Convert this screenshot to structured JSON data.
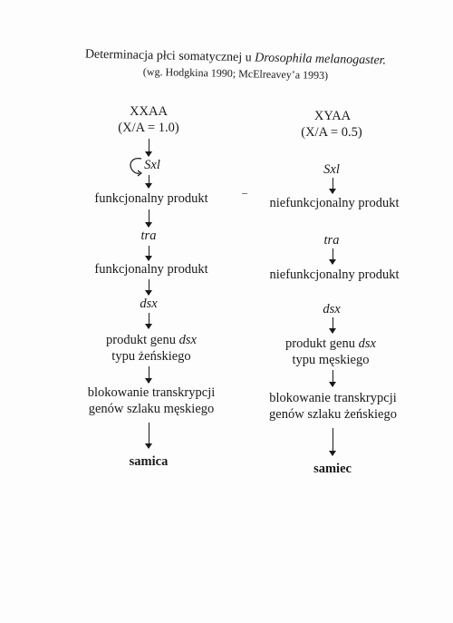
{
  "title": {
    "prefix": "Determinacja płci somatycznej u ",
    "species": "Drosophila melanogaster.",
    "source": "(wg. Hodgkina 1990; McElreavey’a 1993)"
  },
  "left": {
    "karyotype": "XXAA",
    "ratio": "(X/A = 1.0)",
    "gene1": "Sxl",
    "product1": "funkcjonalny produkt",
    "gene2": "tra",
    "product2": "funkcjonalny produkt",
    "gene3": "dsx",
    "product3_a": "produkt genu",
    "product3_gene": "dsx",
    "product3_b": "typu żeńskiego",
    "effect_a": "blokowanie transkrypcji",
    "effect_b": "genów szlaku męskiego",
    "result": "samica"
  },
  "right": {
    "karyotype": "XYAA",
    "ratio": "(X/A = 0.5)",
    "gene1": "Sxl",
    "product1": "niefunkcjonalny produkt",
    "gene2": "tra",
    "product2": "niefunkcjonalny produkt",
    "gene3": "dsx",
    "product3_a": "produkt genu",
    "product3_gene": "dsx",
    "product3_b": "typu męskiego",
    "effect_a": "blokowanie transkrypcji",
    "effect_b": "genów szlaku żeńskiego",
    "result": "samiec"
  }
}
